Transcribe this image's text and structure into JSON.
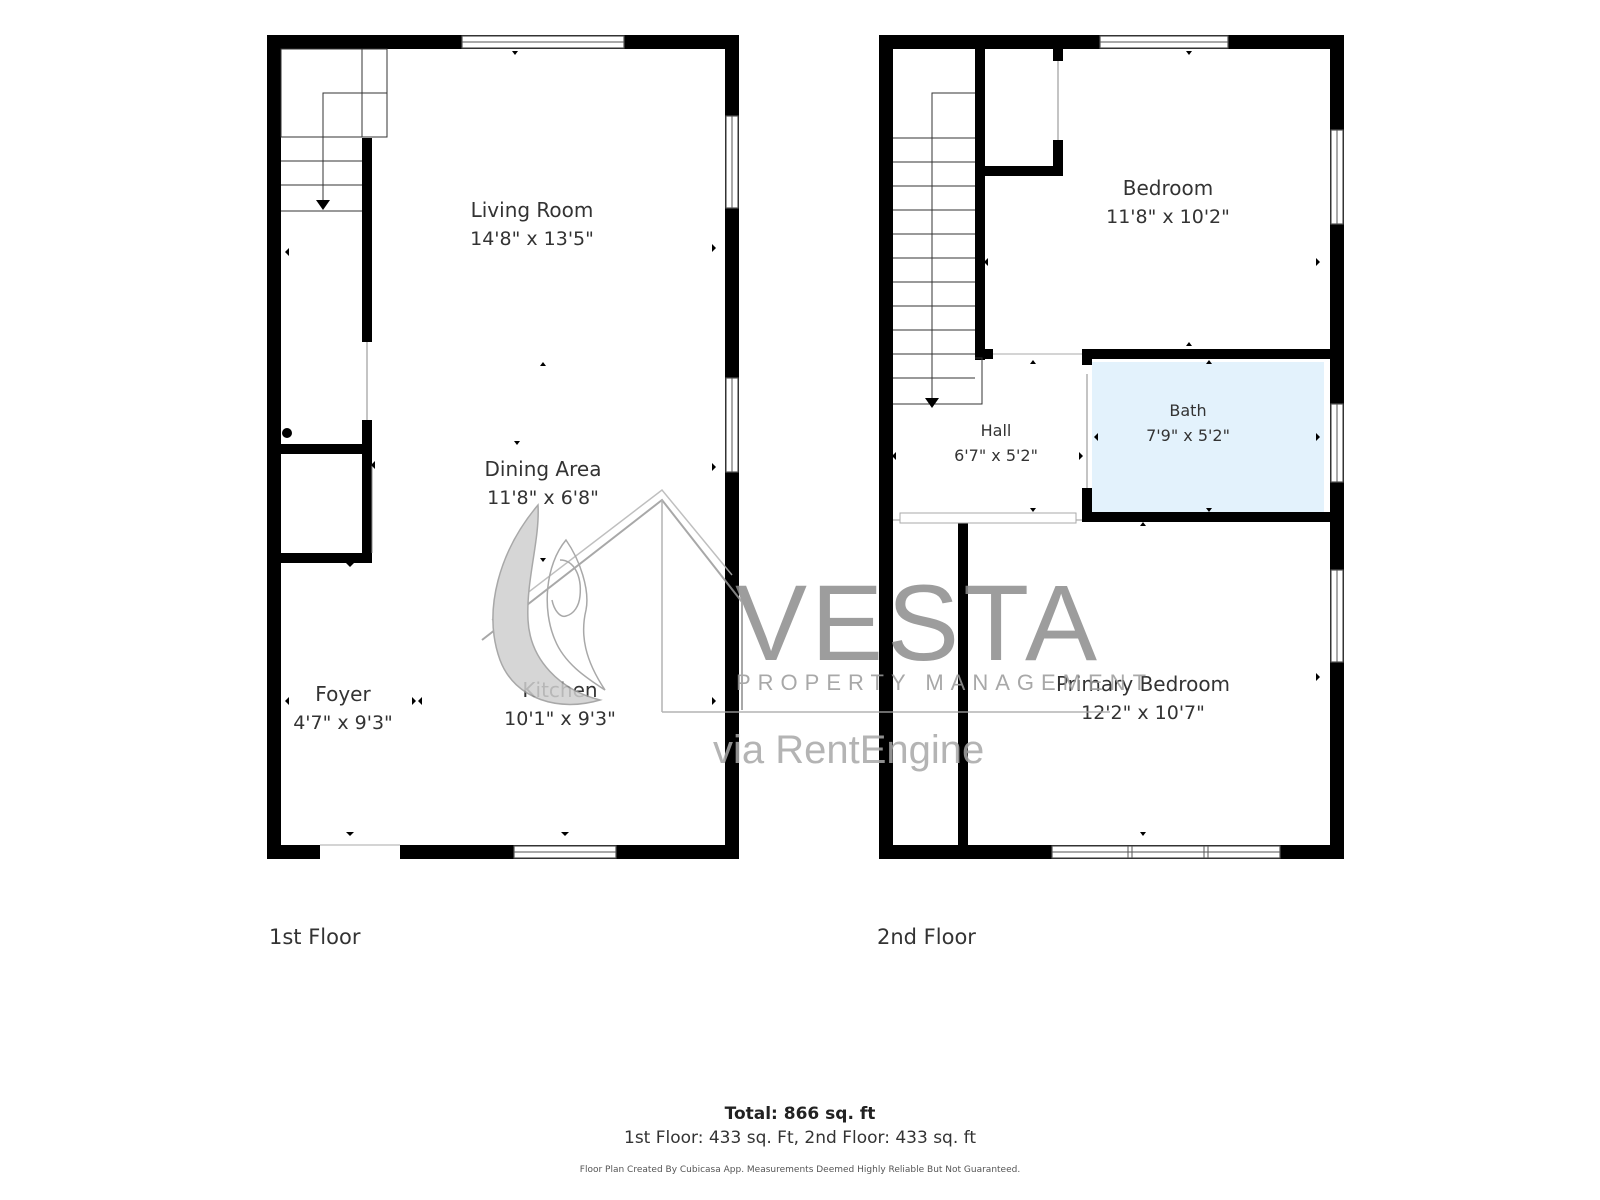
{
  "floors": [
    {
      "label": "1st Floor",
      "rooms": [
        {
          "name": "Living Room",
          "dims": "14'8\" x 13'5\""
        },
        {
          "name": "Dining Area",
          "dims": "11'8\" x 6'8\""
        },
        {
          "name": "Foyer",
          "dims": "4'7\" x 9'3\""
        },
        {
          "name": "Kitchen",
          "dims": "10'1\" x 9'3\""
        }
      ]
    },
    {
      "label": "2nd Floor",
      "rooms": [
        {
          "name": "Bedroom",
          "dims": "11'8\" x 10'2\""
        },
        {
          "name": "Hall",
          "dims": "6'7\" x 5'2\""
        },
        {
          "name": "Bath",
          "dims": "7'9\" x 5'2\""
        },
        {
          "name": "Primary Bedroom",
          "dims": "12'2\" x 10'7\""
        }
      ]
    }
  ],
  "summary": {
    "total": "Total: 866 sq. ft",
    "breakdown": "1st Floor: 433 sq. Ft, 2nd Floor: 433 sq. ft",
    "credit": "Floor Plan Created By Cubicasa App. Measurements Deemed Highly Reliable But Not Guaranteed."
  },
  "watermark": {
    "brand": "VESTA",
    "tagline": "PROPERTY MANAGEMENT",
    "via": "via RentEngine"
  },
  "colors": {
    "wall": "#000000",
    "bath_fill": "#e3f2fc",
    "watermark": "#8d8d8d"
  }
}
